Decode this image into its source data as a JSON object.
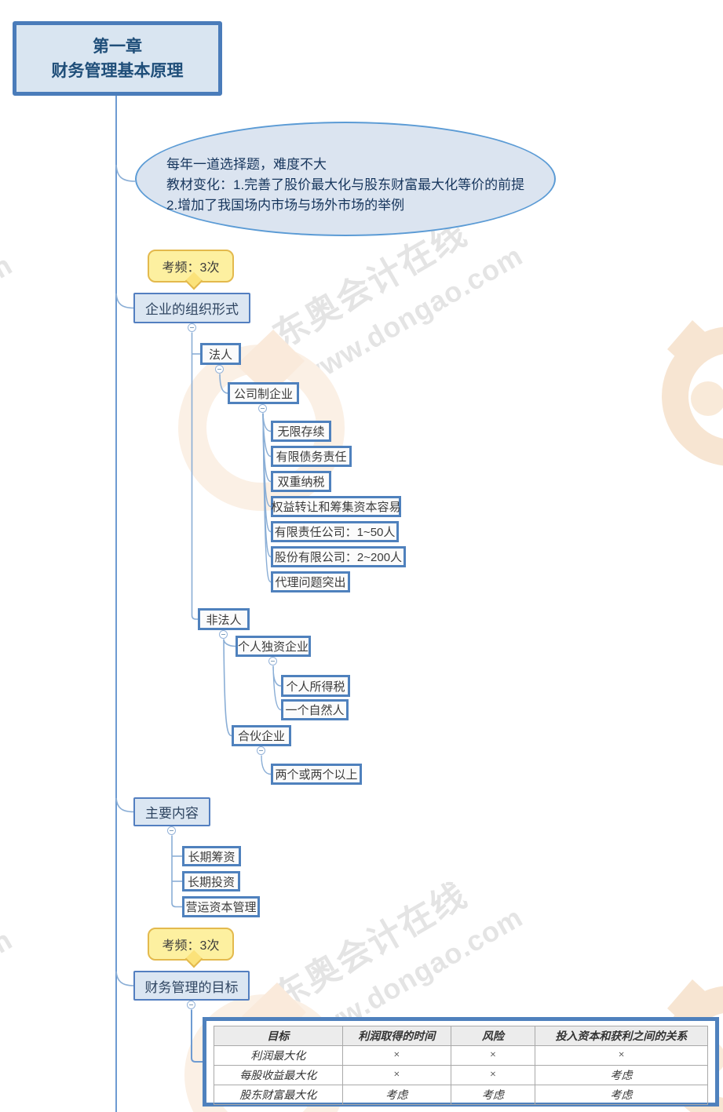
{
  "root": {
    "line1": "第一章",
    "line2": "财务管理基本原理"
  },
  "note": {
    "line1": "每年一道选择题，难度不大",
    "line2": "教材变化：1.完善了股价最大化与股东财富最大化等价的前提",
    "line3": "2.增加了我国场内市场与场外市场的举例"
  },
  "callout1": {
    "text": "考频：3次"
  },
  "callout2": {
    "text": "考频：3次"
  },
  "org": {
    "label": "企业的组织形式",
    "faren": {
      "label": "法人"
    },
    "company": {
      "label": "公司制企业",
      "f": [
        "无限存续",
        "有限债务责任",
        "双重纳税",
        "权益转让和筹集资本容易",
        "有限责任公司：1~50人",
        "股份有限公司：2~200人",
        "代理问题突出"
      ]
    },
    "feifaren": {
      "label": "非法人"
    },
    "sole": {
      "label": "个人独资企业",
      "f": [
        "个人所得税",
        "一个自然人"
      ]
    },
    "partnership": {
      "label": "合伙企业",
      "f": [
        "两个或两个以上"
      ]
    }
  },
  "content": {
    "label": "主要内容",
    "items": [
      "长期筹资",
      "长期投资",
      "营运资本管理"
    ]
  },
  "goal": {
    "label": "财务管理的目标"
  },
  "goal_table": {
    "headers": [
      "目标",
      "利润取得的时间",
      "风险",
      "投入资本和获利之间的关系"
    ],
    "rows": [
      {
        "name": "利润最大化",
        "c1": "×",
        "c2": "×",
        "c3": "×"
      },
      {
        "name": "每股收益最大化",
        "c1": "×",
        "c2": "×",
        "c3": "考虑"
      },
      {
        "name": "股东财富最大化",
        "c1": "考虑",
        "c2": "考虑",
        "c3": "考虑"
      }
    ]
  },
  "watermark": {
    "cn": "东奥会计在线",
    "url": "www.dongao.com",
    "partial": "m"
  },
  "colors": {
    "node_border": "#4f81bd",
    "node_fill_blue": "#dbe6f2",
    "node_fill_white": "#fbfbfb",
    "title_border": "#4a7cba",
    "title_text": "#1f4e79",
    "callout_fill": "#fdf0a0",
    "callout_border": "#e3b94d",
    "connector": "#8aaed6",
    "trunk": "#6e9bd2",
    "watermark_gray": "#e4e4e4",
    "logo_orange": "#f7e5d2",
    "table_header_bg": "#ececec"
  }
}
